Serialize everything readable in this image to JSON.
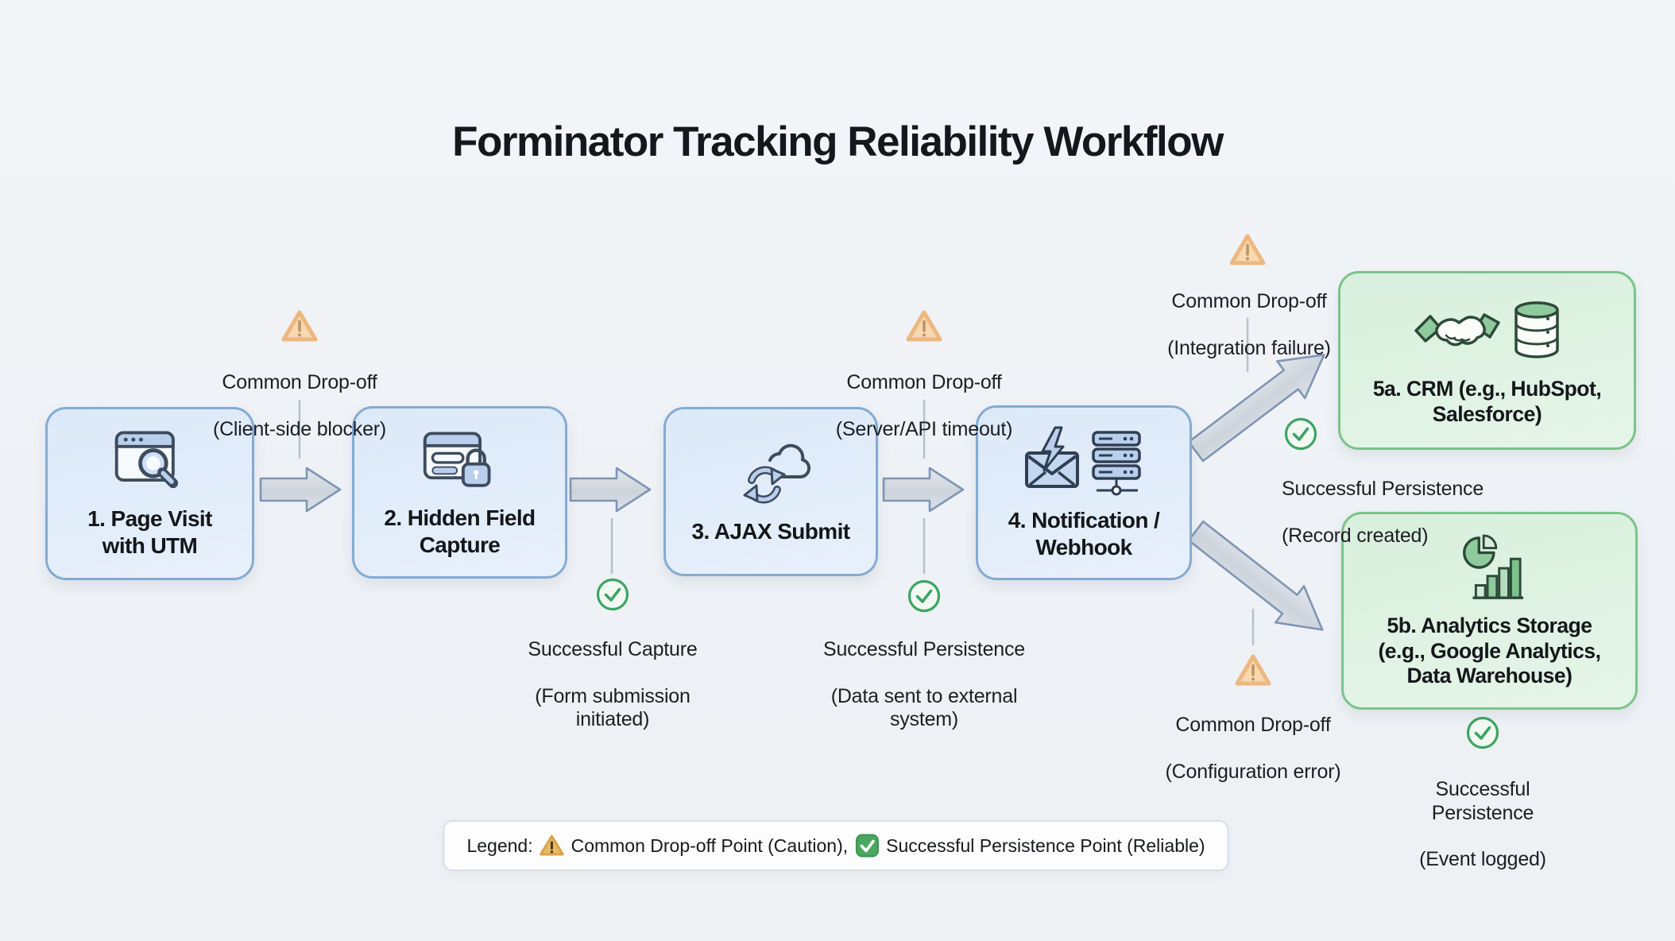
{
  "title": "Forminator Tracking Reliability Workflow",
  "colors": {
    "background": "#eef1f5",
    "node_blue_fill": "#e1ecf9",
    "node_blue_border": "#85abd1",
    "node_green_fill": "#ddf0e1",
    "node_green_border": "#7cc28b",
    "warning_fill": "#f8d8ae",
    "warning_border": "#ecb87f",
    "success_green": "#3da463",
    "arrow_fill": "#d4dae0",
    "arrow_border": "#7e95b5",
    "connector": "#b7c1cb",
    "legend_caution_gold": "#eaba67"
  },
  "nodes": {
    "step1": {
      "label": "1. Page Visit\nwith UTM",
      "icon": "browser-search-icon"
    },
    "step2": {
      "label": "2. Hidden Field\nCapture",
      "icon": "form-lock-icon"
    },
    "step3": {
      "label": "3. AJAX Submit",
      "icon": "cloud-sync-icon"
    },
    "step4": {
      "label": "4. Notification /\nWebhook",
      "icon": "mail-server-icon"
    },
    "step5a": {
      "label": "5a. CRM (e.g., HubSpot,\nSalesforce)",
      "icon": "handshake-database-icon"
    },
    "step5b": {
      "label": "5b. Analytics Storage\n(e.g., Google Analytics,\nData Warehouse)",
      "icon": "pie-bar-chart-icon"
    }
  },
  "annotations": {
    "dropoff_client": {
      "line1": "Common Drop-off",
      "line2": "(Client-side blocker)"
    },
    "dropoff_server": {
      "line1": "Common Drop-off",
      "line2": "(Server/API timeout)"
    },
    "dropoff_integration": {
      "line1": "Common Drop-off",
      "line2": "(Integration failure)"
    },
    "dropoff_configuration": {
      "line1": "Common Drop-off",
      "line2": "(Configuration error)"
    },
    "success_capture": {
      "line1": "Successful Capture",
      "line2": "(Form submission\ninitiated)"
    },
    "success_external": {
      "line1": "Successful Persistence",
      "line2": "(Data sent to external\nsystem)"
    },
    "success_record": {
      "line1": "Successful Persistence",
      "line2": "(Record created)"
    },
    "success_event": {
      "line1": "Successful Persistence",
      "line2": "(Event logged)"
    }
  },
  "legend": {
    "prefix": "Legend:",
    "caution_text": "Common Drop-off Point (Caution),",
    "reliable_text": "Successful Persistence Point (Reliable)"
  }
}
